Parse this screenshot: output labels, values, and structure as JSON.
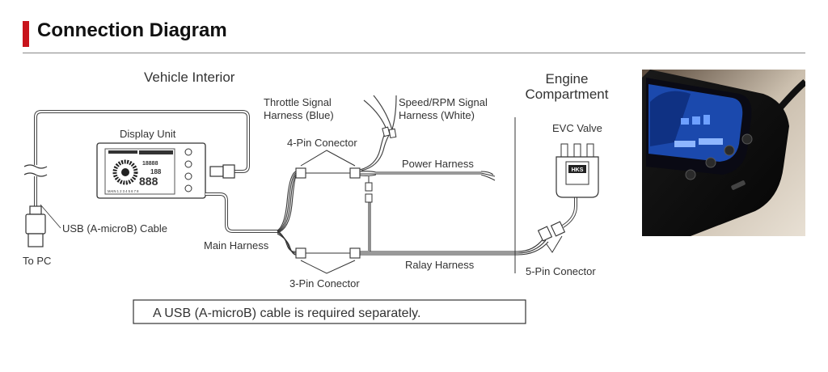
{
  "page": {
    "title": "Connection Diagram",
    "accent_color": "#c8141c"
  },
  "diagram": {
    "vehicle_interior": "Vehicle Interior",
    "engine_compartment_line1": "Engine",
    "engine_compartment_line2": "Compartment",
    "display_unit": "Display Unit",
    "throttle_line1": "Throttle Signal",
    "throttle_line2": "Harness (Blue)",
    "speed_line1": "Speed/RPM Signal",
    "speed_line2": "Harness (White)",
    "four_pin": "4-Pin Conector",
    "power_harness": "Power Harness",
    "evc_valve": "EVC Valve",
    "usb_cable": "USB (A-microB) Cable",
    "main_harness": "Main Harness",
    "to_pc": "To PC",
    "ralay_harness": "Ralay Harness",
    "five_pin": "5-Pin Conector",
    "three_pin": "3-Pin Conector",
    "valve_brand": "HKS",
    "note": "A USB (A-microB) cable is required separately."
  },
  "display_screen": {
    "big_digits": "888",
    "mid_digits": "188",
    "small_digits": "18888",
    "scale": "MAIN 1 2 3 4 5 6 7 8"
  },
  "photo": {
    "subject": "device-photo",
    "screen_color": "#1e55c8"
  }
}
